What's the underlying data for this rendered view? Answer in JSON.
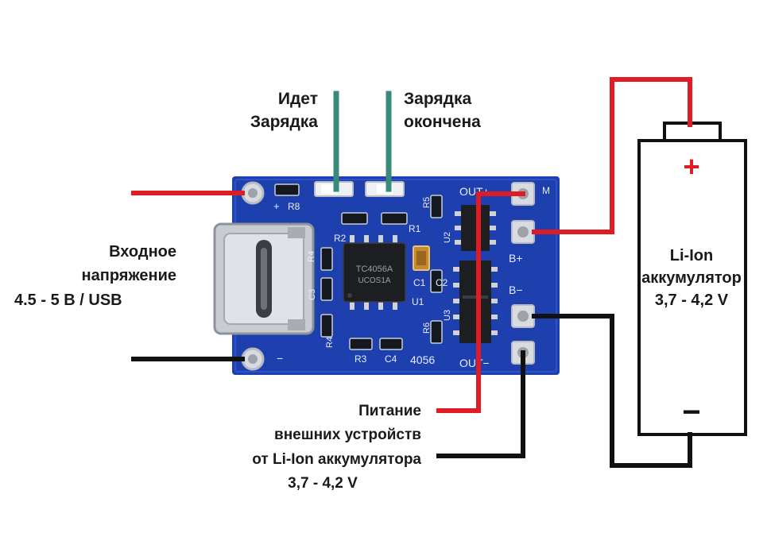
{
  "labels": {
    "charging_line1": "Идет",
    "charging_line2": "Зарядка",
    "done_line1": "Зарядка",
    "done_line2": "окончена",
    "input_line1": "Входное",
    "input_line2": "напряжение",
    "input_line3": "4.5 - 5 В / USB",
    "battery_line1": "Li-Ion",
    "battery_line2": "аккумулятор",
    "battery_line3": "3,7 - 4,2 V",
    "battery_plus": "+",
    "battery_minus": "−",
    "output_line1": "Питание",
    "output_line2": "внешних устройств",
    "output_line3": "от Li-Ion аккумулятора",
    "output_line4": "3,7 - 4,2 V"
  },
  "board": {
    "plus": "+",
    "minus": "−",
    "r8": "R8",
    "r2": "R2",
    "r1": "R1",
    "r3": "R3",
    "r4": "R4",
    "r5": "R5",
    "r6": "R6",
    "c1": "C1",
    "c2": "C2",
    "c3": "C3",
    "c4": "C4",
    "u1": "U1",
    "u2": "U2",
    "u3": "U3",
    "out_plus": "OUT+",
    "out_minus": "OUT−",
    "b_plus": "B+",
    "b_minus": "B−",
    "model": "4056",
    "mark_m": "M",
    "chip_line1": "TC4056A",
    "chip_line2": "UCOS1A"
  },
  "colors": {
    "board": "#1e3fae",
    "wire_positive": "#e01b24",
    "wire_negative": "#111111",
    "led_wire": "#3a8a7a"
  }
}
